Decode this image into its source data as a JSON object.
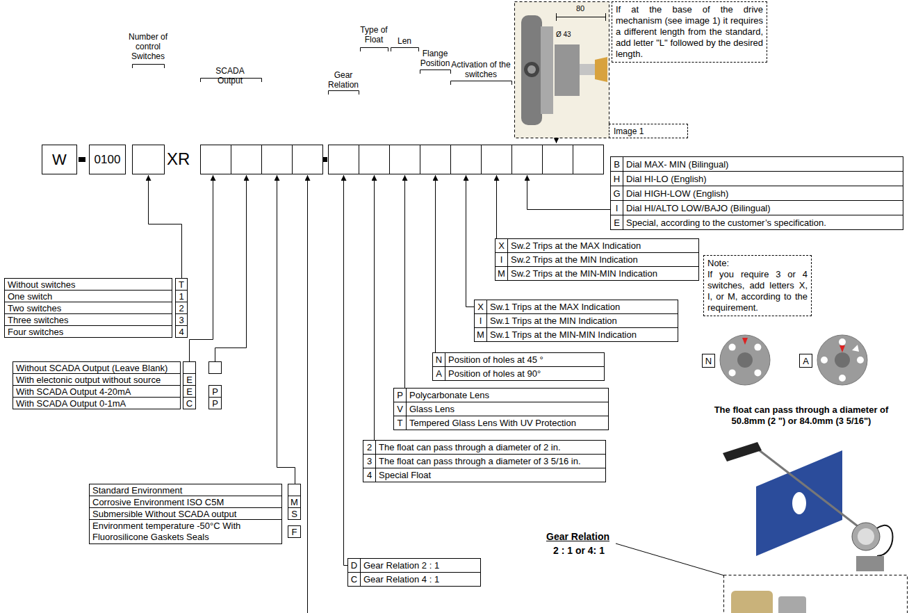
{
  "diagram": {
    "nodes": [
      {
        "text": [
          "W"
        ]
      },
      {
        "text": [
          "0100"
        ]
      },
      {
        "text": [
          "If at the base of the drive mechanism (see image 1) it requires a different length from the standard, add letter \"L\" followed by the desired length."
        ]
      },
      {
        "text": [
          "Image 1"
        ]
      },
      {
        "text": [
          "B"
        ]
      },
      {
        "text": [
          "Dial MAX- MIN (Bilingual)"
        ]
      },
      {
        "text": [
          "H"
        ]
      },
      {
        "text": [
          "Dial HI-LO (English)"
        ]
      },
      {
        "text": [
          "G"
        ]
      },
      {
        "text": [
          "Dial HIGH-LOW (English)"
        ]
      },
      {
        "text": [
          "I"
        ]
      },
      {
        "text": [
          "Dial HI/ALTO LOW/BAJO (Bilingual)"
        ]
      },
      {
        "text": [
          "E"
        ]
      },
      {
        "text": [
          "Special, according to the customer’s specification."
        ]
      },
      {
        "text": [
          "X"
        ]
      },
      {
        "text": [
          "Sw.2 Trips at the MAX Indication"
        ]
      },
      {
        "text": [
          "I"
        ]
      },
      {
        "text": [
          "Sw.2 Trips at the MIN Indication"
        ]
      },
      {
        "text": [
          "M"
        ]
      },
      {
        "text": [
          "Sw.2 Trips at the MIN-MIN Indication"
        ]
      },
      {
        "text": [
          "Note:",
          "If you require 3 or 4 switches, add letters X, I, or M, according to the requirement."
        ]
      },
      {
        "text": [
          "Without switches"
        ]
      },
      {
        "text": [
          "T"
        ]
      },
      {
        "text": [
          "One switch"
        ]
      },
      {
        "text": [
          "1"
        ]
      },
      {
        "text": [
          "Two switches"
        ]
      },
      {
        "text": [
          "2"
        ]
      },
      {
        "text": [
          "Three switches"
        ]
      },
      {
        "text": [
          "3"
        ]
      },
      {
        "text": [
          "Four switches"
        ]
      },
      {
        "text": [
          "4"
        ]
      },
      {
        "text": [
          "X"
        ]
      },
      {
        "text": [
          "Sw.1 Trips at the MAX Indication"
        ]
      },
      {
        "text": [
          "I"
        ]
      },
      {
        "text": [
          "Sw.1 Trips at the MIN Indication"
        ]
      },
      {
        "text": [
          "M"
        ]
      },
      {
        "text": [
          "Sw.1 Trips at the MIN-MIN Indication"
        ]
      },
      {
        "text": [
          "N"
        ]
      },
      {
        "text": [
          "Position of holes at 45 °"
        ]
      },
      {
        "text": [
          "A"
        ]
      },
      {
        "text": [
          "Position of holes at 90°"
        ]
      },
      {
        "text": [
          "N"
        ]
      },
      {
        "text": [
          "A"
        ]
      },
      {
        "text": [
          "Without SCADA Output (Leave Blank)"
        ]
      },
      {
        "text": [
          "With electonic output without source"
        ]
      },
      {
        "text": [
          "E"
        ]
      },
      {
        "text": [
          "With SCADA Output 4-20mA"
        ]
      },
      {
        "text": [
          "E"
        ]
      },
      {
        "text": [
          "P"
        ]
      },
      {
        "text": [
          "With SCADA Output 0-1mA"
        ]
      },
      {
        "text": [
          "C"
        ]
      },
      {
        "text": [
          "P"
        ]
      },
      {
        "text": [
          "P"
        ]
      },
      {
        "text": [
          "Polycarbonate Lens"
        ]
      },
      {
        "text": [
          "V"
        ]
      },
      {
        "text": [
          "Glass Lens"
        ]
      },
      {
        "text": [
          "T"
        ]
      },
      {
        "text": [
          "Tempered Glass Lens With UV Protection"
        ]
      },
      {
        "text": [
          "2"
        ]
      },
      {
        "text": [
          "The float can pass through a diameter of 2 in."
        ]
      },
      {
        "text": [
          "3"
        ]
      },
      {
        "text": [
          "The float can pass through a diameter of 3 5/16 in."
        ]
      },
      {
        "text": [
          "4"
        ]
      },
      {
        "text": [
          "Special Float"
        ]
      },
      {
        "text": [
          "Standard Environment"
        ]
      },
      {
        "text": [
          "Corrosive Environment ISO C5M"
        ]
      },
      {
        "text": [
          "M"
        ]
      },
      {
        "text": [
          "Submersible Without SCADA output"
        ]
      },
      {
        "text": [
          "S"
        ]
      },
      {
        "text": [
          "Environment temperature -50°C With Fluorosilicone Gaskets Seals"
        ]
      },
      {
        "text": [
          "F"
        ]
      },
      {
        "text": [
          "D"
        ]
      },
      {
        "text": [
          "Gear Relation 2 : 1"
        ]
      },
      {
        "text": [
          "C"
        ]
      },
      {
        "text": [
          "Gear Relation 4 : 1"
        ]
      }
    ],
    "labels": [
      "Number of control Switches",
      "SCADA Output",
      "Type of Float",
      "Gear Relation",
      "Len",
      "Flange Position",
      "Activation of the switches",
      "XR",
      "80",
      "Ø 43",
      "The float can pass through a diameter of 50.8mm (2 \") or 84.0mm (3 5/16\")",
      "Gear Relation",
      "2 : 1 or 4: 1"
    ]
  }
}
